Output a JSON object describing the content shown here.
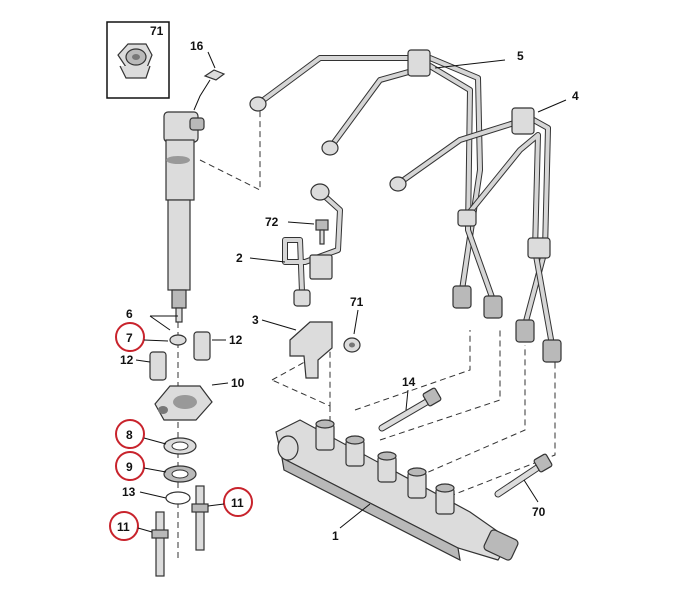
{
  "diagram": {
    "labels": {
      "l71_box": "71",
      "l16": "16",
      "l5": "5",
      "l4": "4",
      "l72": "72",
      "l2": "2",
      "l6": "6",
      "l7": "7",
      "l12a": "12",
      "l12b": "12",
      "l3": "3",
      "l71": "71",
      "l10": "10",
      "l14": "14",
      "l8": "8",
      "l9": "9",
      "l13": "13",
      "l11a": "11",
      "l11b": "11",
      "l1": "1",
      "l70": "70"
    },
    "highlight_color": "#c8232c"
  }
}
